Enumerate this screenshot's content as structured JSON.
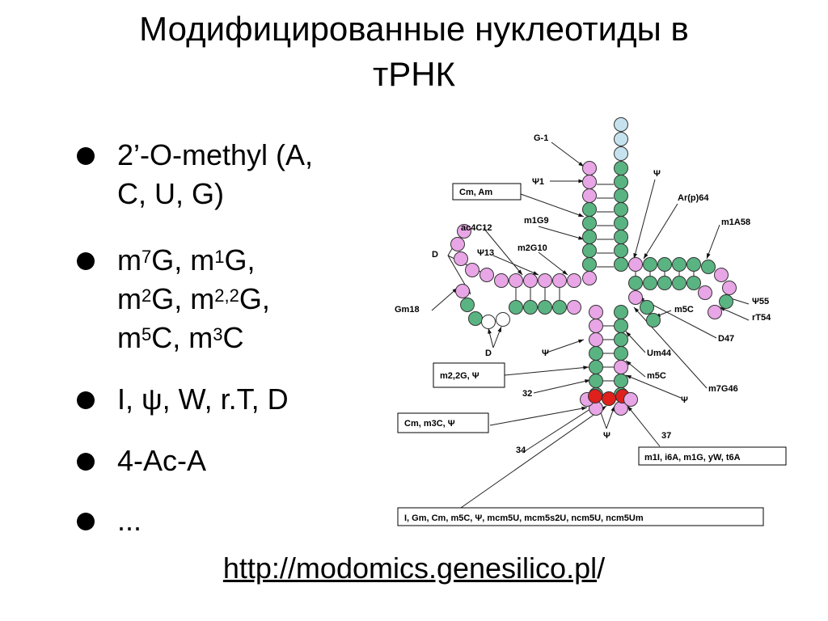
{
  "title": {
    "line1": "Модифицированные нуклеотиды в",
    "line2": "тРНК"
  },
  "bullets": [
    {
      "lines": [
        "2’-O-methyl (A,",
        "C, U, G)"
      ]
    },
    {
      "lines": [
        "m7G, m1G,",
        "m2G, m2,2G,",
        "m5C, m3C"
      ]
    },
    {
      "lines": [
        "I, ψ, W, r.T, D"
      ]
    },
    {
      "lines": [
        "4-Ac-A"
      ]
    },
    {
      "lines": [
        "..."
      ]
    }
  ],
  "link": {
    "text": "http://modomics.genesilico.pl",
    "suffix": "/"
  },
  "diagram": {
    "labels": {
      "g_minus1": "G-1",
      "psi1": "Ψ1",
      "psi_top": "Ψ",
      "ar_p_64": "Ar(p)64",
      "ac4c12": "ac4C12",
      "m1g9": "m1G9",
      "m1a58": "m1A58",
      "d_left": "D",
      "psi13": "Ψ13",
      "m2g10": "m2G10",
      "psi55": "Ψ55",
      "rt54": "rT54",
      "gm18": "Gm18",
      "m5c_t": "m5C",
      "d47": "D47",
      "d_bottom": "D",
      "psi_d": "Ψ",
      "um44": "Um44",
      "m5c_v": "m5C",
      "m7g46": "m7G46",
      "psi_v": "Ψ",
      "n32": "32",
      "psi_ac": "Ψ",
      "n37": "37",
      "n34": "34"
    },
    "boxes": {
      "cm_am": "Cm, Am",
      "m22g_psi": "m2,2G, Ψ",
      "cm_m3c_psi": "Cm, m3C, Ψ",
      "pos37": "m1I, i6A, m1G, yW, t6A",
      "pos34": "I, Gm, Cm, m5C, Ψ, mcm5U, mcm5s2U, ncm5U, ncm5Um"
    },
    "colors": {
      "pink": "#e8a6e6",
      "green": "#5ab482",
      "lightblue": "#c6e2ee",
      "red": "#e0201c",
      "white": "#ffffff"
    }
  }
}
